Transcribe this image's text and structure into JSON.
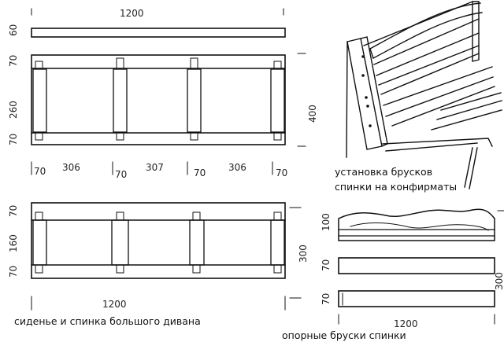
{
  "top_drawing": {
    "width_label": "1200",
    "rail_thickness": "60",
    "frame_top": "70",
    "frame_middle": "260",
    "frame_bottom": "70",
    "overall_height": "400",
    "spacing": [
      "70",
      "306",
      "70",
      "307",
      "70",
      "306",
      "70"
    ]
  },
  "bottom_drawing": {
    "frame_top": "70",
    "frame_middle": "160",
    "frame_bottom": "70",
    "overall_height": "300",
    "width_label": "1200",
    "caption": "сиденье и спинка большого дивана"
  },
  "iso_caption": {
    "line1": "установка брусков",
    "line2": "спинки на конфирматы"
  },
  "backrest_bars": {
    "h1": "100",
    "h2": "70",
    "h3": "70",
    "overall_height": "300",
    "width_label": "1200",
    "caption": "опорные бруски спинки"
  }
}
